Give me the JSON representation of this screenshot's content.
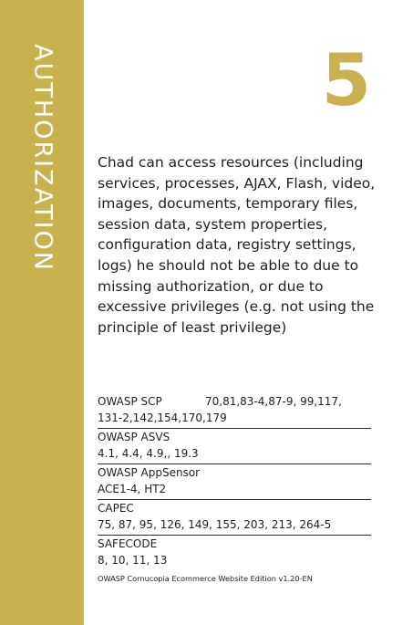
{
  "colors": {
    "accent": "#c9b150",
    "text": "#1f1f1f",
    "background": "#ffffff"
  },
  "card": {
    "suit": "AUTHORIZATION",
    "number": "5",
    "description": "Chad can access resources (including services, processes, AJAX, Flash, video, images, documents, temporary files, session data, system properties, configuration data, registry settings, logs) he should not be able to due to missing authorization, or due to excessive privileges (e.g. not using the principle of least privilege)"
  },
  "references": {
    "scp": {
      "title": "OWASP SCP",
      "line1": "70,81,83-4,87-9, 99,117,",
      "line2": "131-2,142,154,170,179"
    },
    "asvs": {
      "title": "OWASP ASVS",
      "line1": "4.1, 4.4, 4.9,, 19.3"
    },
    "appsensor": {
      "title": "OWASP AppSensor",
      "line1": "ACE1-4, HT2"
    },
    "capec": {
      "title": "CAPEC",
      "line1": "75, 87, 95, 126, 149, 155, 203, 213, 264-5"
    },
    "safecode": {
      "title": "SAFECODE",
      "line1": "8, 10, 11, 13"
    }
  },
  "footer": "OWASP Cornucopia Ecommerce Website Edition v1.20-EN"
}
